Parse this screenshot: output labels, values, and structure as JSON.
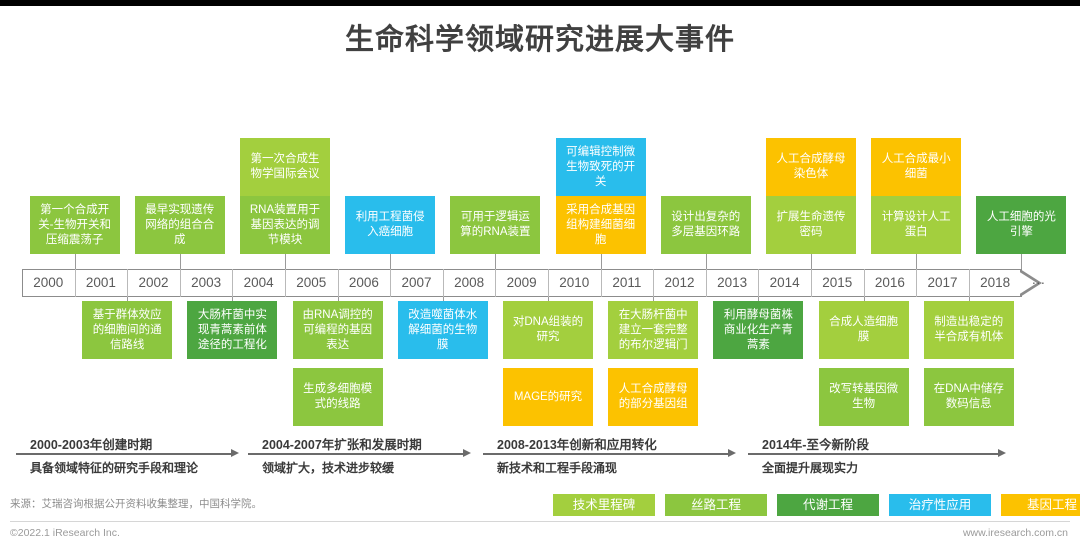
{
  "header": {
    "title": "生命科学领域研究进展大事件"
  },
  "axis": {
    "years": [
      "2000",
      "2001",
      "2002",
      "2003",
      "2004",
      "2005",
      "2006",
      "2007",
      "2008",
      "2009",
      "2010",
      "2011",
      "2012",
      "2013",
      "2014",
      "2015",
      "2016",
      "2017",
      "2018"
    ],
    "continuation": "···"
  },
  "colors": {
    "milestone": "#a3cf3e",
    "silk_road": "#8cc63f",
    "metabolic": "#4da641",
    "therapeutic": "#29bdec",
    "genetic": "#fcc200",
    "axis_line": "#8c8c8c",
    "text_dark": "#404040"
  },
  "events_above": [
    {
      "label": "第一个合成开关-生物开关和压缩震荡子",
      "year": "2000",
      "category": "silk_road",
      "tier": 1
    },
    {
      "label": "最早实现遗传网络的组合合成",
      "year": "2002",
      "category": "silk_road",
      "tier": 1
    },
    {
      "label": "RNA装置用于基因表达的调节模块",
      "year": "2004",
      "category": "silk_road",
      "tier": 1
    },
    {
      "label": "第一次合成生物学国际会议",
      "year": "2004",
      "category": "milestone",
      "tier": 2
    },
    {
      "label": "利用工程菌侵入癌细胞",
      "year": "2006",
      "category": "therapeutic",
      "tier": 1
    },
    {
      "label": "可用于逻辑运算的RNA装置",
      "year": "2008",
      "category": "silk_road",
      "tier": 1
    },
    {
      "label": "采用合成基因组构建细菌细胞",
      "year": "2010",
      "category": "genetic",
      "tier": 1
    },
    {
      "label": "可编辑控制微生物致死的开关",
      "year": "2010",
      "category": "therapeutic",
      "tier": 2
    },
    {
      "label": "设计出复杂的多层基因环路",
      "year": "2012",
      "category": "silk_road",
      "tier": 1
    },
    {
      "label": "扩展生命遗传密码",
      "year": "2014",
      "category": "milestone",
      "tier": 1
    },
    {
      "label": "人工合成酵母染色体",
      "year": "2014",
      "category": "genetic",
      "tier": 2
    },
    {
      "label": "计算设计人工蛋白",
      "year": "2016",
      "category": "milestone",
      "tier": 1
    },
    {
      "label": "人工合成最小细菌",
      "year": "2016",
      "category": "genetic",
      "tier": 2
    },
    {
      "label": "人工细胞的光引擎",
      "year": "2018",
      "category": "metabolic",
      "tier": 1
    }
  ],
  "events_below": [
    {
      "label": "基于群体效应的细胞间的通信路线",
      "year": "2001",
      "category": "silk_road",
      "tier": 1
    },
    {
      "label": "大肠杆菌中实现青蒿素前体途径的工程化",
      "year": "2003",
      "category": "metabolic",
      "tier": 1
    },
    {
      "label": "由RNA调控的可编程的基因表达",
      "year": "2005",
      "category": "silk_road",
      "tier": 1
    },
    {
      "label": "生成多细胞模式的线路",
      "year": "2005",
      "category": "silk_road",
      "tier": 2
    },
    {
      "label": "改造噬菌体水解细菌的生物膜",
      "year": "2007",
      "category": "therapeutic",
      "tier": 1
    },
    {
      "label": "对DNA组装的研究",
      "year": "2009",
      "category": "milestone",
      "tier": 1
    },
    {
      "label": "MAGE的研究",
      "year": "2009",
      "category": "genetic",
      "tier": 2
    },
    {
      "label": "在大肠杆菌中建立一套完整的布尔逻辑门",
      "year": "2011",
      "category": "milestone",
      "tier": 1
    },
    {
      "label": "人工合成酵母的部分基因组",
      "year": "2011",
      "category": "genetic",
      "tier": 2
    },
    {
      "label": "利用酵母菌株商业化生产青蒿素",
      "year": "2013",
      "category": "metabolic",
      "tier": 1
    },
    {
      "label": "合成人造细胞膜",
      "year": "2015",
      "category": "milestone",
      "tier": 1
    },
    {
      "label": "改写转基因微生物",
      "year": "2015",
      "category": "silk_road",
      "tier": 2
    },
    {
      "label": "制造出稳定的半合成有机体",
      "year": "2017",
      "category": "milestone",
      "tier": 1
    },
    {
      "label": "在DNA中储存数码信息",
      "year": "2017",
      "category": "silk_road",
      "tier": 2
    }
  ],
  "phases": [
    {
      "title": "2000-2003年创建时期",
      "subtitle": "具备领域特征的研究手段和理论"
    },
    {
      "title": "2004-2007年扩张和发展时期",
      "subtitle": "领域扩大，技术进步较缓"
    },
    {
      "title": "2008-2013年创新和应用转化",
      "subtitle": "新技术和工程手段涌现"
    },
    {
      "title": "2014年-至今新阶段",
      "subtitle": "全面提升展现实力"
    }
  ],
  "legend": [
    {
      "label": "技术里程碑",
      "category": "milestone"
    },
    {
      "label": "丝路工程",
      "category": "silk_road"
    },
    {
      "label": "代谢工程",
      "category": "metabolic"
    },
    {
      "label": "治疗性应用",
      "category": "therapeutic"
    },
    {
      "label": "基因工程",
      "category": "genetic"
    }
  ],
  "footer": {
    "source": "来源：艾瑞咨询根据公开资料收集整理，中国科学院。",
    "copyright": "©2022.1 iResearch Inc.",
    "url": "www.iresearch.com.cn"
  }
}
